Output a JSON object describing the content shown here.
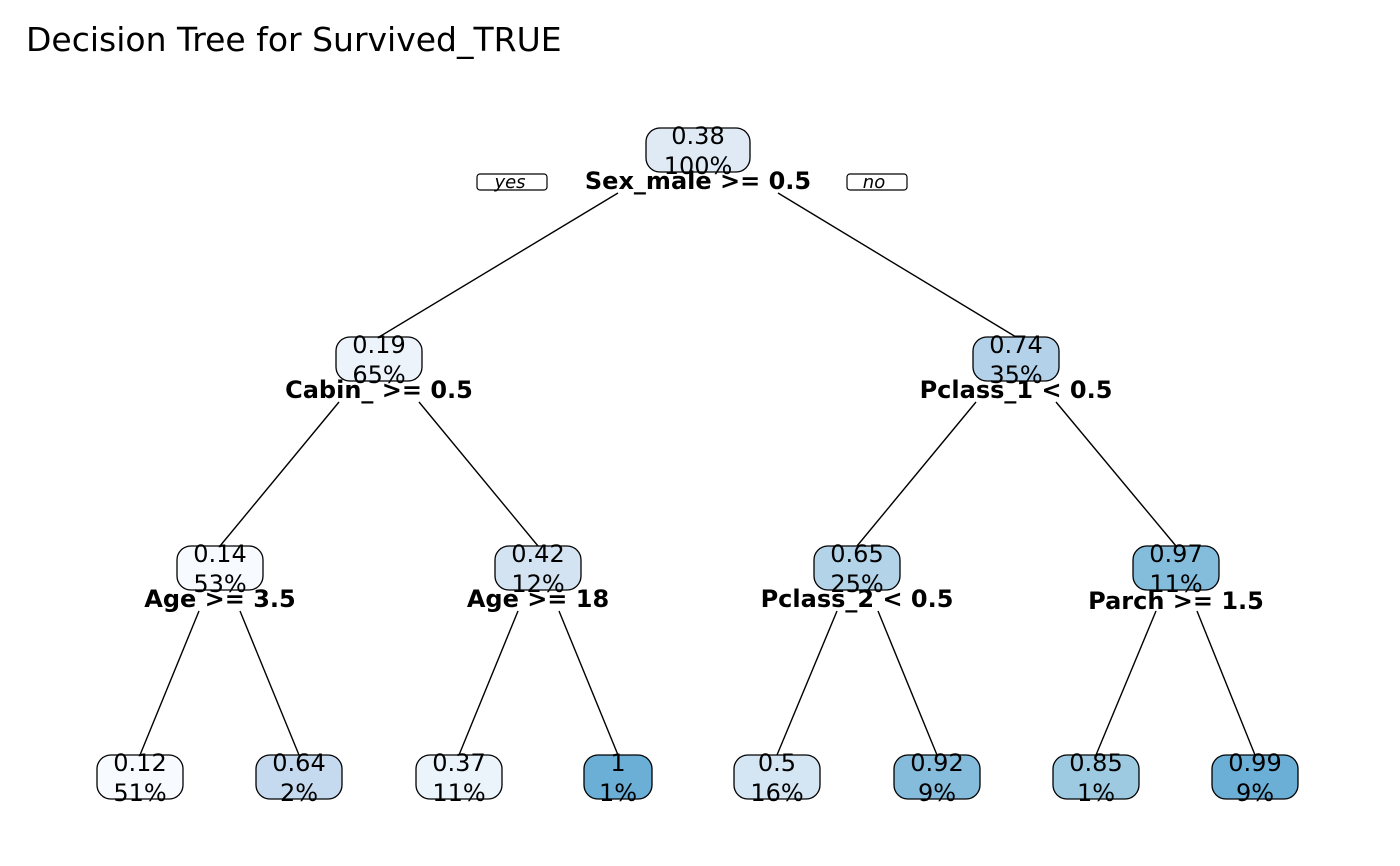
{
  "title": "Decision Tree for Survived_TRUE",
  "labels": {
    "yes": "yes",
    "no": "no"
  },
  "nodes": [
    {
      "id": "root",
      "value": "0.38",
      "percent": "100%",
      "split": "Sex_male >= 0.5",
      "color": "#dfeaf5"
    },
    {
      "id": "n2",
      "value": "0.19",
      "percent": "65%",
      "split": "Cabin_ >= 0.5",
      "color": "#ecf3fb"
    },
    {
      "id": "n3",
      "value": "0.74",
      "percent": "35%",
      "split": "Pclass_1 < 0.5",
      "color": "#b3d1e8"
    },
    {
      "id": "n4",
      "value": "0.14",
      "percent": "53%",
      "split": "Age >= 3.5",
      "color": "#f7fbff"
    },
    {
      "id": "n5",
      "value": "0.42",
      "percent": "12%",
      "split": "Age >= 18",
      "color": "#d3e3f2"
    },
    {
      "id": "n6",
      "value": "0.65",
      "percent": "25%",
      "split": "Pclass_2 < 0.5",
      "color": "#b3d3e8"
    },
    {
      "id": "n7",
      "value": "0.97",
      "percent": "11%",
      "split": "Parch >= 1.5",
      "color": "#84bcdb"
    },
    {
      "id": "l1",
      "value": "0.12",
      "percent": "51%",
      "color": "#f7fbff"
    },
    {
      "id": "l2",
      "value": "0.64",
      "percent": "2%",
      "color": "#c6daef"
    },
    {
      "id": "l3",
      "value": "0.37",
      "percent": "11%",
      "color": "#ebf3fb"
    },
    {
      "id": "l4",
      "value": "1",
      "percent": "1%",
      "color": "#6baed6"
    },
    {
      "id": "l5",
      "value": "0.5",
      "percent": "16%",
      "color": "#d4e5f3"
    },
    {
      "id": "l6",
      "value": "0.92",
      "percent": "9%",
      "color": "#85bbdb"
    },
    {
      "id": "l7",
      "value": "0.85",
      "percent": "1%",
      "color": "#9dcae1"
    },
    {
      "id": "l8",
      "value": "0.99",
      "percent": "9%",
      "color": "#6baed6"
    }
  ]
}
